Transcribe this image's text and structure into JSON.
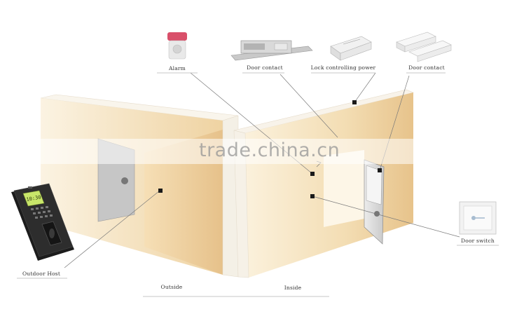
{
  "labels": {
    "alarm": "Alarm",
    "door_contact_lock": "Door contact",
    "lock_power": "Lock controlling power",
    "door_contact": "Door contact",
    "door_switch": "Door switch",
    "outdoor_host": "Outdoor Host",
    "outside": "Outside",
    "inside": "Inside"
  },
  "device_screen": "10:30",
  "watermark": "trade.china.cn",
  "colors": {
    "wall_light": "#fbf1dc",
    "wall_mid": "#efd4a4",
    "wall_dark": "#e2b97a",
    "door_gray": "#cfcfcf",
    "device_body": "#2a2a2a",
    "device_screen": "#c8e66a"
  }
}
